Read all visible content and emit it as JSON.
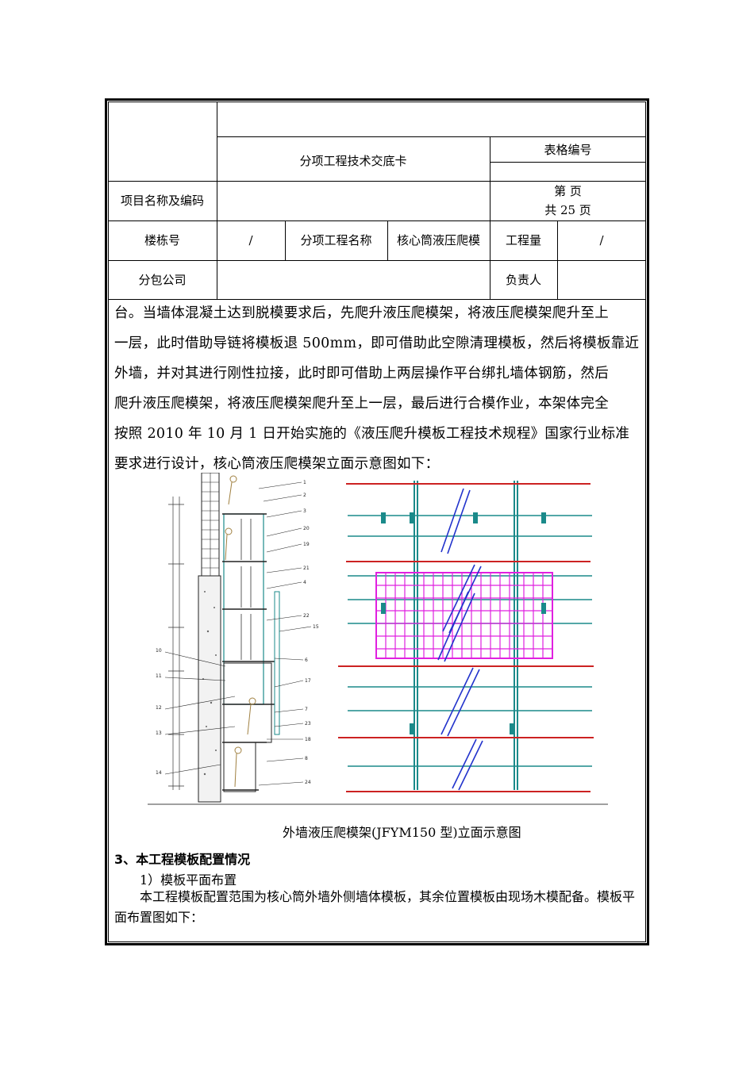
{
  "header": {
    "title": "分项工程技术交底卡",
    "form_number_label": "表格编号",
    "project_label": "项目名称及编码",
    "page_label": "第  页",
    "total_pages": "共 25 页",
    "building_label": "楼栋号",
    "building_value": "/",
    "subproject_label": "分项工程名称",
    "subproject_value": "核心筒液压爬模",
    "quantity_label": "工程量",
    "quantity_value": "/",
    "subcontractor_label": "分包公司",
    "responsible_label": "负责人"
  },
  "body": {
    "lines": [
      "台。当墙体混凝土达到脱模要求后，先爬升液压爬模架，将液压爬模架爬升至上",
      "一层，此时借助导链将模板退 500mm，即可借助此空隙清理模板，然后将模板靠近",
      "外墙，并对其进行刚性拉接，此时即可借助上两层操作平台绑扎墙体钢筋，然后",
      "爬升液压爬模架，将液压爬模架爬升至上一层，最后进行合模作业，本架体完全",
      "按照 2010 年 10 月 1 日开始实施的《液压爬升模板工程技术规程》国家行业标准",
      "要求进行设计，核心筒液压爬模架立面示意图如下："
    ],
    "figure_caption": "外墙液压爬模架(JFYM150 型)立面示意图",
    "section_heading": "3、本工程模板配置情况",
    "sub_heading": "1）模板平面布置",
    "paragraph": "本工程模板配置范围为核心筒外墙外侧墙体模板，其余位置模板由现场木模配备。模板平面布置图如下："
  },
  "figure": {
    "left_labels": [
      "10",
      "11",
      "12",
      "13",
      "14"
    ],
    "right_labels": [
      "1",
      "2",
      "3",
      "20",
      "19",
      "21",
      "4",
      "22",
      "15",
      "6",
      "17",
      "7",
      "23",
      "18",
      "8",
      "24"
    ],
    "colors": {
      "formwork": "#e020e0",
      "ladder": "#2233cc",
      "frame": "#1a8a8a",
      "beam": "#cc2222"
    }
  }
}
